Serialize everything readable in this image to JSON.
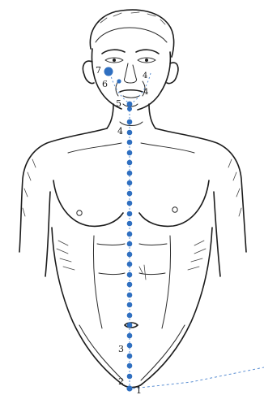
{
  "diagram": {
    "colors": {
      "point": "#2f6fc0",
      "path": "#5b8fd3",
      "ink": "#1c1c1c"
    },
    "labels": {
      "n1": "1",
      "n2": "2",
      "n3": "3",
      "n4a": "4",
      "n4b": "4",
      "n4c": "4",
      "n5": "5",
      "n6": "6",
      "n7": "7"
    }
  }
}
